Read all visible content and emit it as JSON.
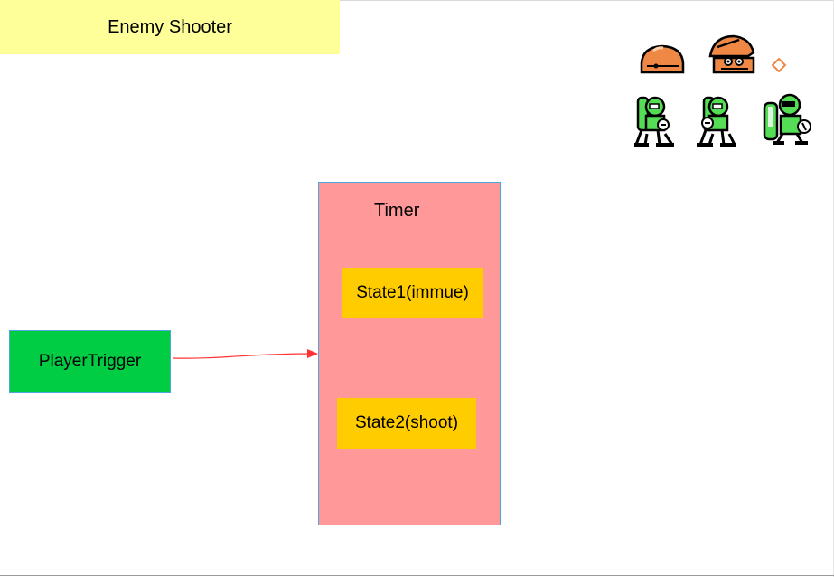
{
  "diagram": {
    "title": "Enemy Shooter",
    "timer_label": "Timer",
    "state1_label": "State1(immue)",
    "state2_label": "State2(shoot)",
    "trigger_label": "PlayerTrigger",
    "edge_from": "PlayerTrigger",
    "edge_to": "Timer"
  },
  "sprites": [
    {
      "name": "helmet-hidden-icon",
      "pose": "closed"
    },
    {
      "name": "helmet-peek-icon",
      "pose": "peeking"
    },
    {
      "name": "bullet-icon",
      "pose": "projectile"
    },
    {
      "name": "robot-shield-icon-1",
      "pose": "shield"
    },
    {
      "name": "robot-shield-icon-2",
      "pose": "shield"
    },
    {
      "name": "robot-shooting-icon",
      "pose": "shooting"
    }
  ],
  "colors": {
    "title_note": "#ffff99",
    "timer_fill": "#ff9999",
    "state_fill": "#ffcc00",
    "trigger_fill": "#00cc44",
    "edge": "#ff3333",
    "sprite_orange": "#ee8844",
    "sprite_green": "#55dd55"
  }
}
